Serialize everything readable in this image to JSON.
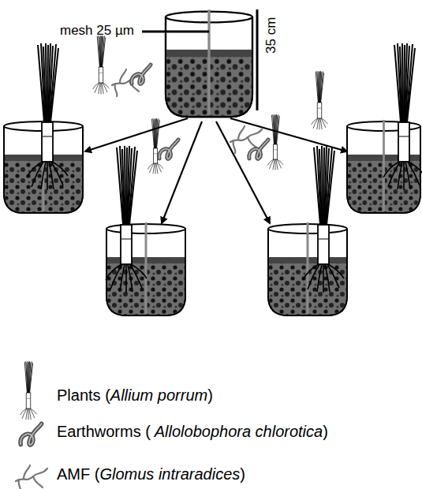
{
  "diagram": {
    "labels": [
      "mesh 25 µm",
      "35 cm"
    ],
    "legend": [
      {
        "text": "Plants (Allium porrum)"
      },
      {
        "text": "Earthworms ( Allolobophora chlorotica)"
      },
      {
        "text": "AMF (Glomus intraradices)"
      }
    ]
  }
}
